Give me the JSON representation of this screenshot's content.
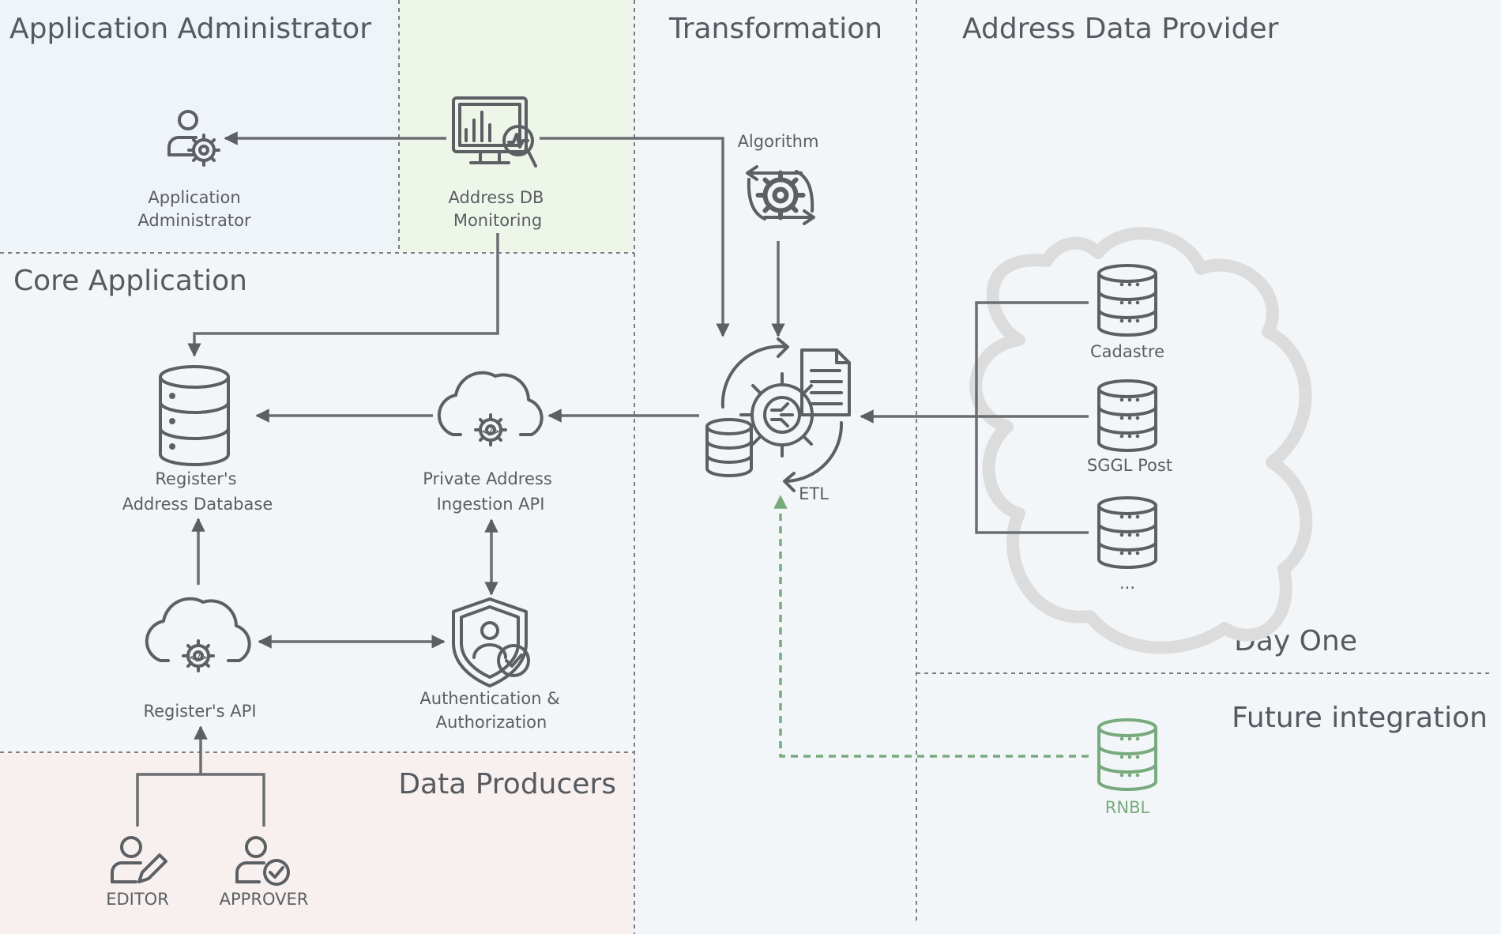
{
  "zones": {
    "app_admin": "Application Administrator",
    "transformation": "Transformation",
    "address_provider": "Address Data Provider",
    "core_application": "Core Application",
    "day_one": "Day One",
    "future_integration": "Future integration",
    "data_producers": "Data Producers"
  },
  "nodes": {
    "app_admin": [
      "Application",
      "Administrator"
    ],
    "monitoring": [
      "Address DB",
      "Monitoring"
    ],
    "algorithm": "Algorithm",
    "etl": "ETL",
    "cadastre": "Cadastre",
    "sggl_post": "SGGL Post",
    "more_sources": "...",
    "register_db": [
      "Register's",
      "Address Database"
    ],
    "ingestion_api": [
      "Private Address",
      "Ingestion API"
    ],
    "register_api": "Register's API",
    "auth": [
      "Authentication &",
      "Authorization"
    ],
    "rnbl": "RNBL",
    "editor": "EDITOR",
    "approver": "APPROVER"
  },
  "colors": {
    "background": "#f5f7fa",
    "admin_zone": "#eff4f8",
    "monitoring_zone": "#eef6ea",
    "core_zone": "#f3f5f8",
    "producers_zone": "#f8f0ef",
    "cloud": "#dcdcdc",
    "future_accent": "#77aa7d",
    "icon": "#5c5f63"
  }
}
